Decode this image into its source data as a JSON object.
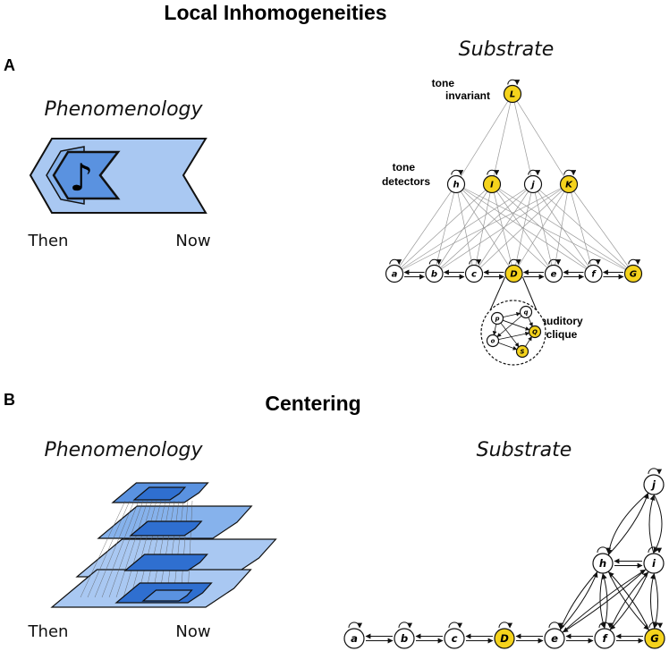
{
  "panel_a": {
    "letter": "A",
    "title": "Local Inhomogeneities",
    "phenomenology_heading": "Phenomenology",
    "substrate_heading": "Substrate",
    "then_label": "Then",
    "now_label": "Now",
    "note_glyph": "♪",
    "tone_invariant_label": [
      "tone",
      "invariant"
    ],
    "tone_detectors_label": [
      "tone",
      "detectors"
    ],
    "auditory_clique_label": [
      "auditory",
      "clique"
    ],
    "invariant_node": {
      "label": "L",
      "highlighted": true
    },
    "detector_nodes": [
      {
        "label": "h",
        "highlighted": false
      },
      {
        "label": "I",
        "highlighted": true
      },
      {
        "label": "j",
        "highlighted": false
      },
      {
        "label": "K",
        "highlighted": true
      }
    ],
    "base_nodes": [
      {
        "label": "a",
        "highlighted": false
      },
      {
        "label": "b",
        "highlighted": false
      },
      {
        "label": "c",
        "highlighted": false
      },
      {
        "label": "D",
        "highlighted": true
      },
      {
        "label": "e",
        "highlighted": false
      },
      {
        "label": "f",
        "highlighted": false
      },
      {
        "label": "G",
        "highlighted": true
      }
    ],
    "clique_nodes": [
      {
        "label": "p",
        "highlighted": false
      },
      {
        "label": "q",
        "highlighted": false
      },
      {
        "label": "Q",
        "highlighted": true
      },
      {
        "label": "o",
        "highlighted": false
      },
      {
        "label": "S",
        "highlighted": true
      }
    ]
  },
  "panel_b": {
    "letter": "B",
    "title": "Centering",
    "phenomenology_heading": "Phenomenology",
    "substrate_heading": "Substrate",
    "then_label": "Then",
    "now_label": "Now",
    "top_node": {
      "label": "j",
      "highlighted": false
    },
    "mid_nodes": [
      {
        "label": "h",
        "highlighted": false
      },
      {
        "label": "i",
        "highlighted": false
      }
    ],
    "base_nodes": [
      {
        "label": "a",
        "highlighted": false
      },
      {
        "label": "b",
        "highlighted": false
      },
      {
        "label": "c",
        "highlighted": false
      },
      {
        "label": "D",
        "highlighted": true
      },
      {
        "label": "e",
        "highlighted": false
      },
      {
        "label": "f",
        "highlighted": false
      },
      {
        "label": "G",
        "highlighted": true
      }
    ]
  },
  "colors": {
    "highlight": "#f5d31c",
    "node_plain": "#ffffff",
    "chevron_light": "#a9c8f2",
    "chevron_mid": "#86b2ec",
    "chevron_dark": "#5a92e0",
    "chevron_deep": "#2f6fd0"
  }
}
